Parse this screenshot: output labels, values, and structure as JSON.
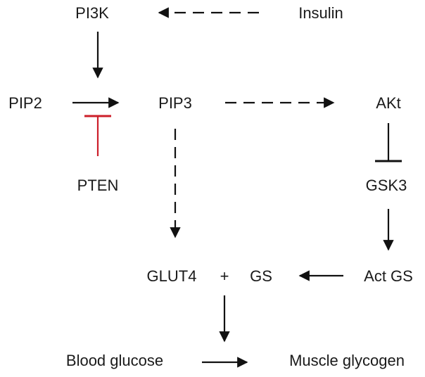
{
  "diagram": {
    "nodes": {
      "pi3k": "PI3K",
      "insulin": "Insulin",
      "pip2": "PIP2",
      "pip3": "PIP3",
      "akt": "AKt",
      "pten": "PTEN",
      "gsk3": "GSK3",
      "glut4": "GLUT4",
      "plus": "+",
      "gs": "GS",
      "act_gs": "Act GS",
      "blood_glucose": "Blood glucose",
      "muscle_glycogen": "Muscle glycogen"
    },
    "colors": {
      "line": "#111111",
      "pten_inhibition": "#cc1f2a"
    }
  }
}
